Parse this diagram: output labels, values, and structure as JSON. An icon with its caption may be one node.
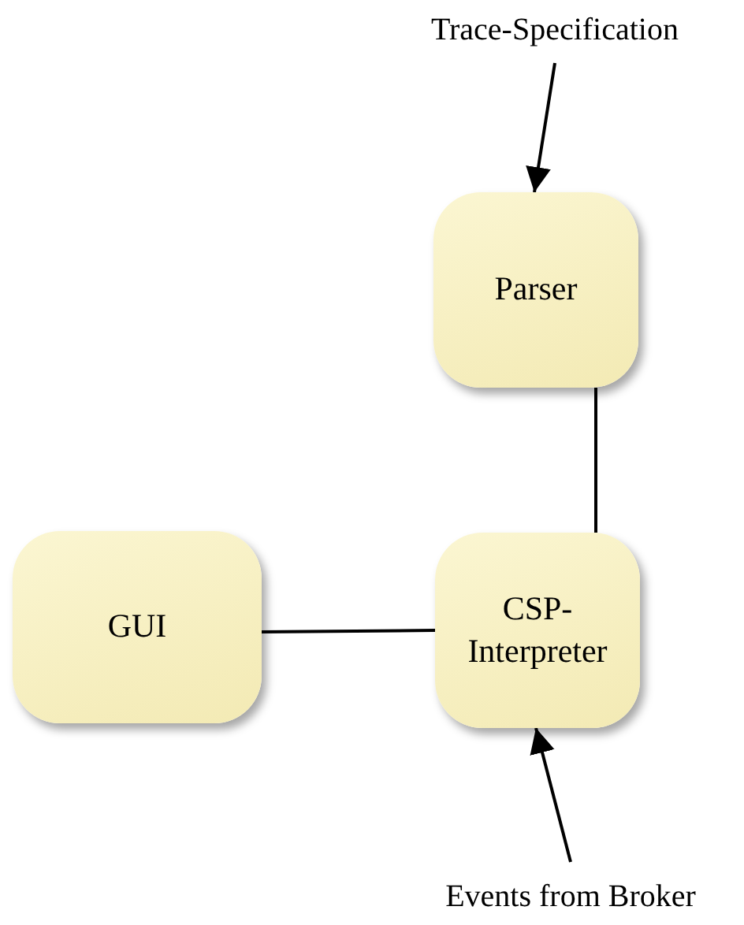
{
  "diagram": {
    "nodes": [
      {
        "text": [
          "Trace-Specification"
        ]
      },
      {
        "text": [
          "Parser"
        ]
      },
      {
        "text": [
          "GUI"
        ]
      },
      {
        "text": [
          "CSP- Interpreter"
        ]
      },
      {
        "text": [
          "Events from Broker"
        ]
      }
    ],
    "edges": [
      {
        "from": 0,
        "to": 1,
        "arrow": "to"
      },
      {
        "from": 1,
        "to": 3,
        "arrow": "none"
      },
      {
        "from": 2,
        "to": 3,
        "arrow": "none"
      },
      {
        "from": 4,
        "to": 3,
        "arrow": "to"
      }
    ]
  }
}
